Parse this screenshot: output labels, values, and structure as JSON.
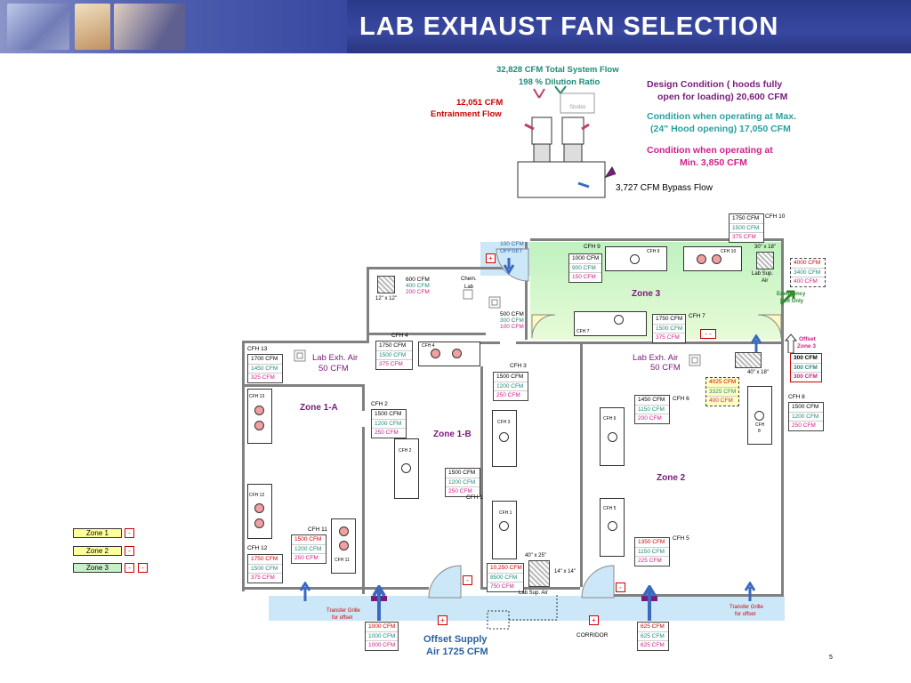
{
  "header": {
    "title": "LAB EXHAUST FAN SELECTION"
  },
  "top": {
    "total_flow": "32,828 CFM Total System Flow",
    "dilution": "198 % Dilution Ratio",
    "entrain1": "12,051 CFM",
    "entrain2": "Entrainment Flow",
    "strobic": "Strobic",
    "bypass": "3,727 CFM   Bypass Flow",
    "design1": "Design Condition ( hoods fully",
    "design2": "open for loading) 20,600 CFM",
    "max1": "Condition when operating at Max.",
    "max2": "(24\" Hood opening) 17,050 CFM",
    "min1": "Condition when operating  at",
    "min2": "Min. 3,850 CFM"
  },
  "labels": {
    "zone1a": "Zone 1-A",
    "zone1b": "Zone 1-B",
    "zone2": "Zone 2",
    "zone3": "Zone 3",
    "labexh_left1": "Lab Exh. Air",
    "labexh_left2": "50 CFM",
    "labexh_right1": "Lab Exh. Air",
    "labexh_right2": "50 CFM",
    "chem": "Chem.",
    "chem2": "Lab",
    "grille12": "12\" x 12\"",
    "offset100a": "100 CFM",
    "offset100b": "OFFSET",
    "labsup1": "Lab Sup.",
    "labsup2": "Air",
    "dim30": "30\" x 18\"",
    "dim40": "40\" x 18\"",
    "dim40b": "40\" x 25\"",
    "dim14": "14\" x 14\"",
    "emerg1": "Emergency",
    "emerg2": "Exit Only",
    "offz3a": "Offset",
    "offz3b": "Zone 3",
    "transfer1": "Transfer Grille",
    "transfer2": "for offset",
    "transfer3": "Transfer Grille",
    "transfer4": "for offset",
    "offset_supply1": "Offset Supply",
    "offset_supply2": "Air 1725 CFM",
    "corridor": "CORRIDOR",
    "labsupair": "Lab Sup. Air",
    "page": "5"
  },
  "hoods": {
    "cfh1": "CFH 1",
    "cfh2": "CFH 2",
    "cfh3": "CFH 3",
    "cfh4": "CFH 4",
    "cfh5": "CFH 5",
    "cfh6": "CFH 6",
    "cfh7": "CFH 7",
    "cfh8": "CFH 8",
    "cfh9": "CFH 9",
    "cfh10": "CFH 10",
    "cfh11": "CFH 11",
    "cfh12": "CFH 12",
    "cfh13": "CFH 13",
    "in_cfh1": "CFH 1",
    "in_cfh2": "CFH 2",
    "in_cfh3": "CFH 3",
    "in_cfh4": "CFH 4",
    "in_cfh5": "CFH 5",
    "in_cfh6": "CFH 6",
    "in_cfh7": "CFH 7",
    "in_cfh8a": "CFH",
    "in_cfh8b": "8",
    "in_cfh9": "CFH 9",
    "in_cfh10": "CFH 10",
    "in_cfh11": "CFH 11",
    "in_cfh12": "CFH 12",
    "in_cfh13": "CFH 13"
  },
  "cfm": {
    "cfh10": [
      "1750 CFM",
      "1500 CFM",
      "375 CFM"
    ],
    "cfh9": [
      "1000 CFM",
      "900 CFM",
      "150 CFM"
    ],
    "cfh7": [
      "1750  CFM",
      "1500  CFM",
      "375  CFM"
    ],
    "chem": [
      "600 CFM",
      "400 CFM",
      "200 CFM"
    ],
    "z3sup": [
      "500 CFM",
      "300 CFM",
      "100 CFM"
    ],
    "labsup_r": [
      "4000 CFM",
      "3400 CFM",
      "400 CFM"
    ],
    "offz3": [
      "300 CFM",
      "300 CFM",
      "300 CFM"
    ],
    "cfh4": [
      "1750 CFM",
      "1500 CFM",
      "375 CFM"
    ],
    "cfh13": [
      "1700  CFM",
      "1450  CFM",
      "325  CFM"
    ],
    "cfh3": [
      "1500 CFM",
      "1200 CFM",
      "250 CFM"
    ],
    "cfh2": [
      "1500 CFM",
      "1200 CFM",
      "250 CFM"
    ],
    "cfh1": [
      "1500 CFM",
      "1200 CFM",
      "250 CFM"
    ],
    "cfh6": [
      "1450  CFM",
      "1150  CFM",
      "200  CFM"
    ],
    "z2sup": [
      "4025 CFM",
      "3325 CFM",
      "400 CFM"
    ],
    "cfh8": [
      "1500 CFM",
      "1200 CFM",
      "250 CFM"
    ],
    "cfh5": [
      "1350 CFM",
      "1150 CFM",
      "225 CFM"
    ],
    "cfh11": [
      "1500  CFM",
      "1200  CFM",
      "250  CFM"
    ],
    "cfh12": [
      "1750  CFM",
      "1500  CFM",
      "375  CFM"
    ],
    "labsup_b": [
      "10,250 CFM",
      "8500 CFM",
      "750 CFM"
    ],
    "transfer_l": [
      "1000 CFM",
      "1000 CFM",
      "1000 CFM"
    ],
    "transfer_r": [
      "625 CFM",
      "625 CFM",
      "625 CFM"
    ]
  },
  "legend": {
    "z1": "Zone 1",
    "z2": "Zone 2",
    "z3": "Zone 3",
    "minus": "-"
  },
  "signs": {
    "plus": "+",
    "minus": "-",
    "dash2": "- -"
  }
}
